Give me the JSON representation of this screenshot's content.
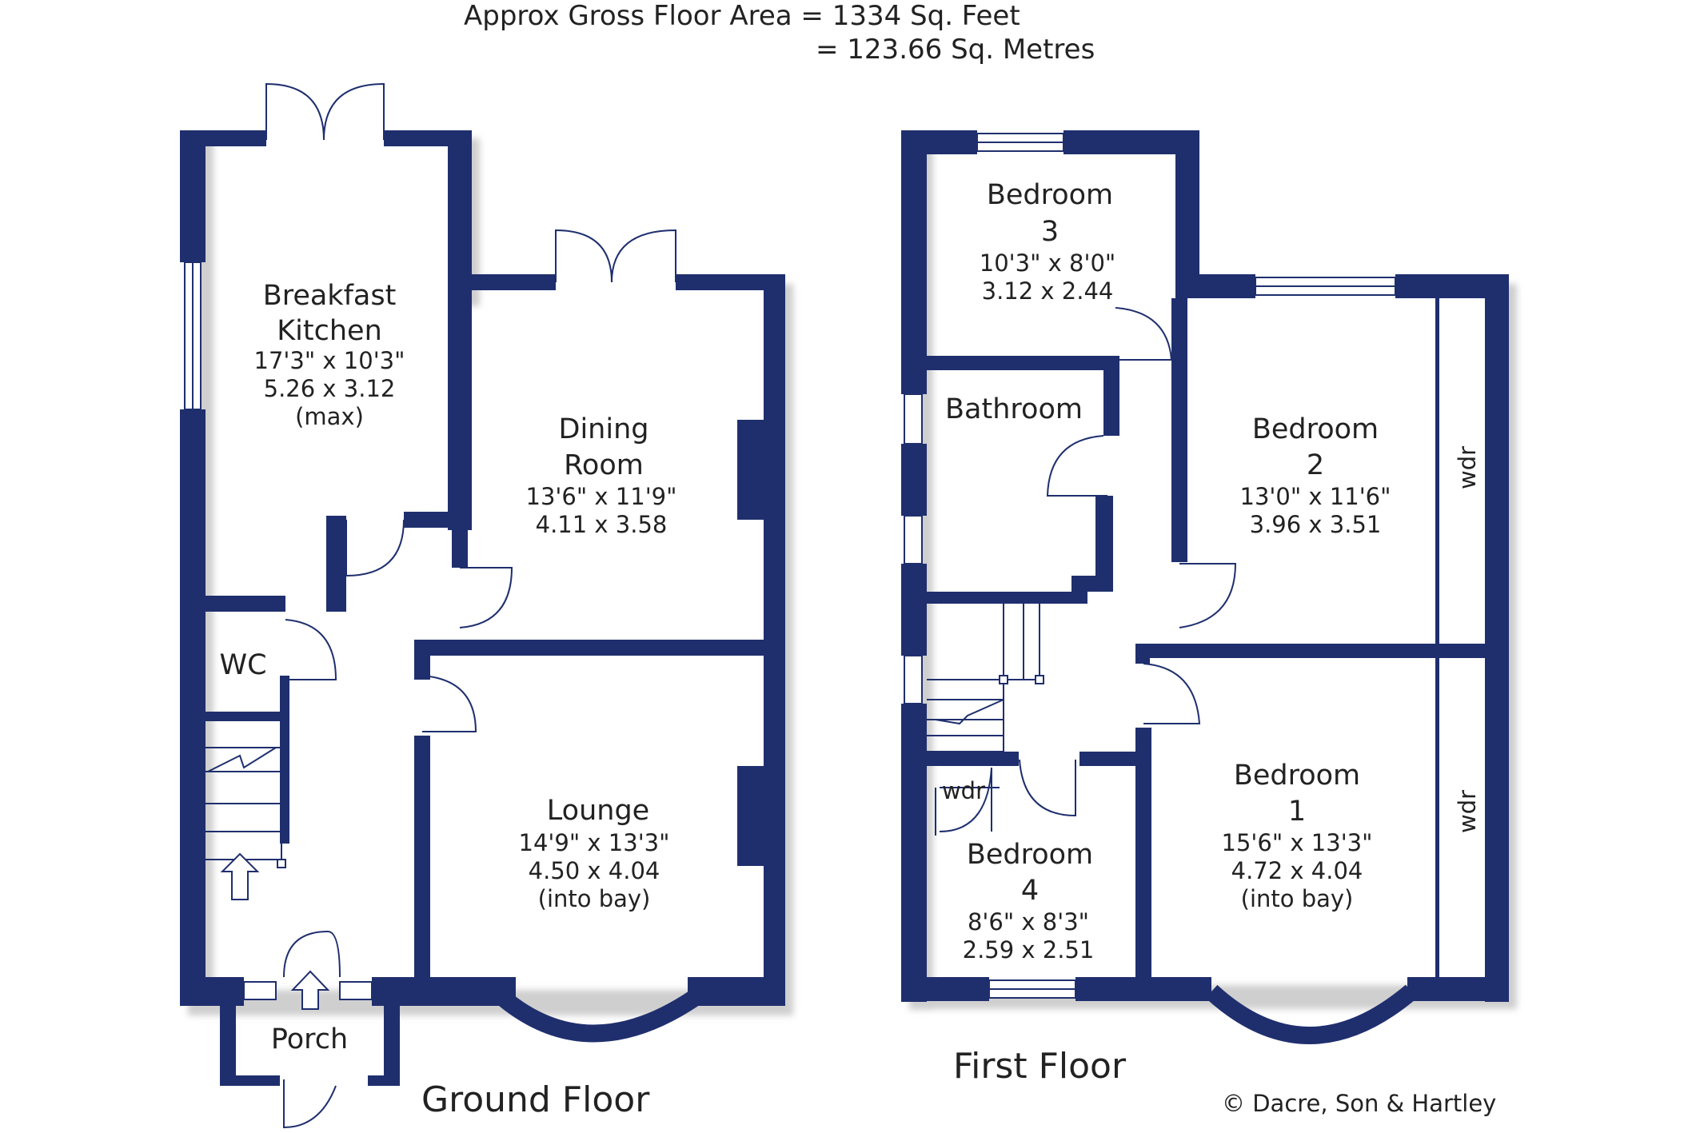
{
  "header": {
    "line1": "Approx Gross Floor Area  =  1334  Sq. Feet",
    "line2": "=  123.66  Sq. Metres"
  },
  "floors": {
    "ground": "Ground Floor",
    "first": "First Floor"
  },
  "copyright": "© Dacre, Son & Hartley",
  "rooms": {
    "breakfast_kitchen": {
      "name1": "Breakfast",
      "name2": "Kitchen",
      "dim_imperial": "17'3\"  x  10'3\"",
      "dim_metric": "5.26  x  3.12",
      "note": "(max)"
    },
    "dining_room": {
      "name1": "Dining",
      "name2": "Room",
      "dim_imperial": "13'6\"  x  11'9\"",
      "dim_metric": "4.11  x  3.58"
    },
    "wc": {
      "name": "WC"
    },
    "lounge": {
      "name": "Lounge",
      "dim_imperial": "14'9\"  x  13'3\"",
      "dim_metric": "4.50  x  4.04",
      "note": "(into bay)"
    },
    "porch": {
      "name": "Porch"
    },
    "bedroom3": {
      "name1": "Bedroom",
      "name2": "3",
      "dim_imperial": "10'3\"  x  8'0\"",
      "dim_metric": "3.12  x  2.44"
    },
    "bathroom": {
      "name": "Bathroom"
    },
    "bedroom2": {
      "name1": "Bedroom",
      "name2": "2",
      "dim_imperial": "13'0\"  x  11'6\"",
      "dim_metric": "3.96  x  3.51",
      "wardrobe": "wdr"
    },
    "bedroom1": {
      "name1": "Bedroom",
      "name2": "1",
      "dim_imperial": "15'6\"  x  13'3\"",
      "dim_metric": "4.72  x  4.04",
      "note": "(into bay)",
      "wardrobe": "wdr"
    },
    "bedroom4": {
      "name1": "Bedroom",
      "name2": "4",
      "dim_imperial": "8'6\"  x  8'3\"",
      "dim_metric": "2.59  x  2.51",
      "wardrobe": "wdr"
    }
  },
  "colors": {
    "wall": "#1f2f6e",
    "shadow": "#c8c8c8",
    "text": "#222222"
  }
}
